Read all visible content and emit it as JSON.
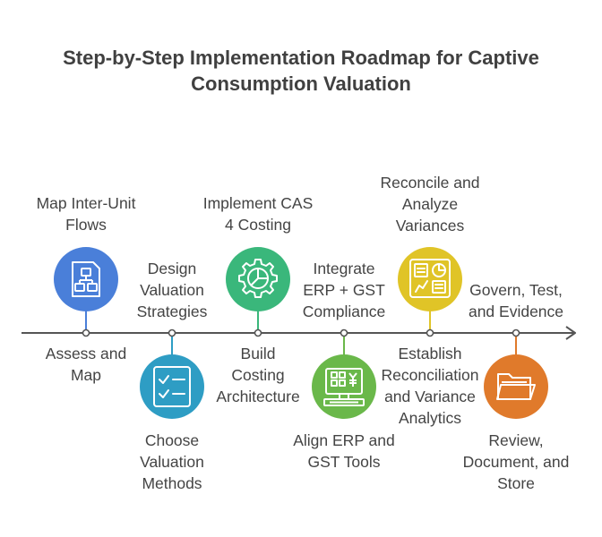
{
  "title": {
    "line1": "Step-by-Step Implementation Roadmap for Captive",
    "line2": "Consumption Valuation"
  },
  "steps": [
    {
      "top_label": [
        "Map Inter-Unit",
        "Flows"
      ],
      "bottom_label": [
        "Assess and",
        "Map"
      ],
      "icon": "document-flowchart-icon",
      "color": "#4a7fd9",
      "position": "above"
    },
    {
      "top_label": [
        "Design",
        "Valuation",
        "Strategies"
      ],
      "bottom_label": [
        "Choose",
        "Valuation",
        "Methods"
      ],
      "icon": "checklist-icon",
      "color": "#2e9dc4",
      "position": "below"
    },
    {
      "top_label": [
        "Implement CAS",
        "4 Costing"
      ],
      "bottom_label": [
        "Build",
        "Costing",
        "Architecture"
      ],
      "icon": "gear-chart-icon",
      "color": "#3ab77b",
      "position": "above"
    },
    {
      "top_label": [
        "Integrate",
        "ERP + GST",
        "Compliance"
      ],
      "bottom_label": [
        "Align ERP and",
        "GST Tools"
      ],
      "icon": "computer-currency-icon",
      "color": "#6ab84a",
      "position": "below"
    },
    {
      "top_label": [
        "Reconcile and",
        "Analyze",
        "Variances"
      ],
      "bottom_label": [
        "Establish",
        "Reconciliation",
        "and Variance",
        "Analytics"
      ],
      "icon": "dashboard-icon",
      "color": "#e0c427",
      "position": "above"
    },
    {
      "top_label": [
        "Govern, Test,",
        "and Evidence"
      ],
      "bottom_label": [
        "Review,",
        "Document, and",
        "Store"
      ],
      "icon": "folder-icon",
      "color": "#e07a2b",
      "position": "below"
    }
  ]
}
